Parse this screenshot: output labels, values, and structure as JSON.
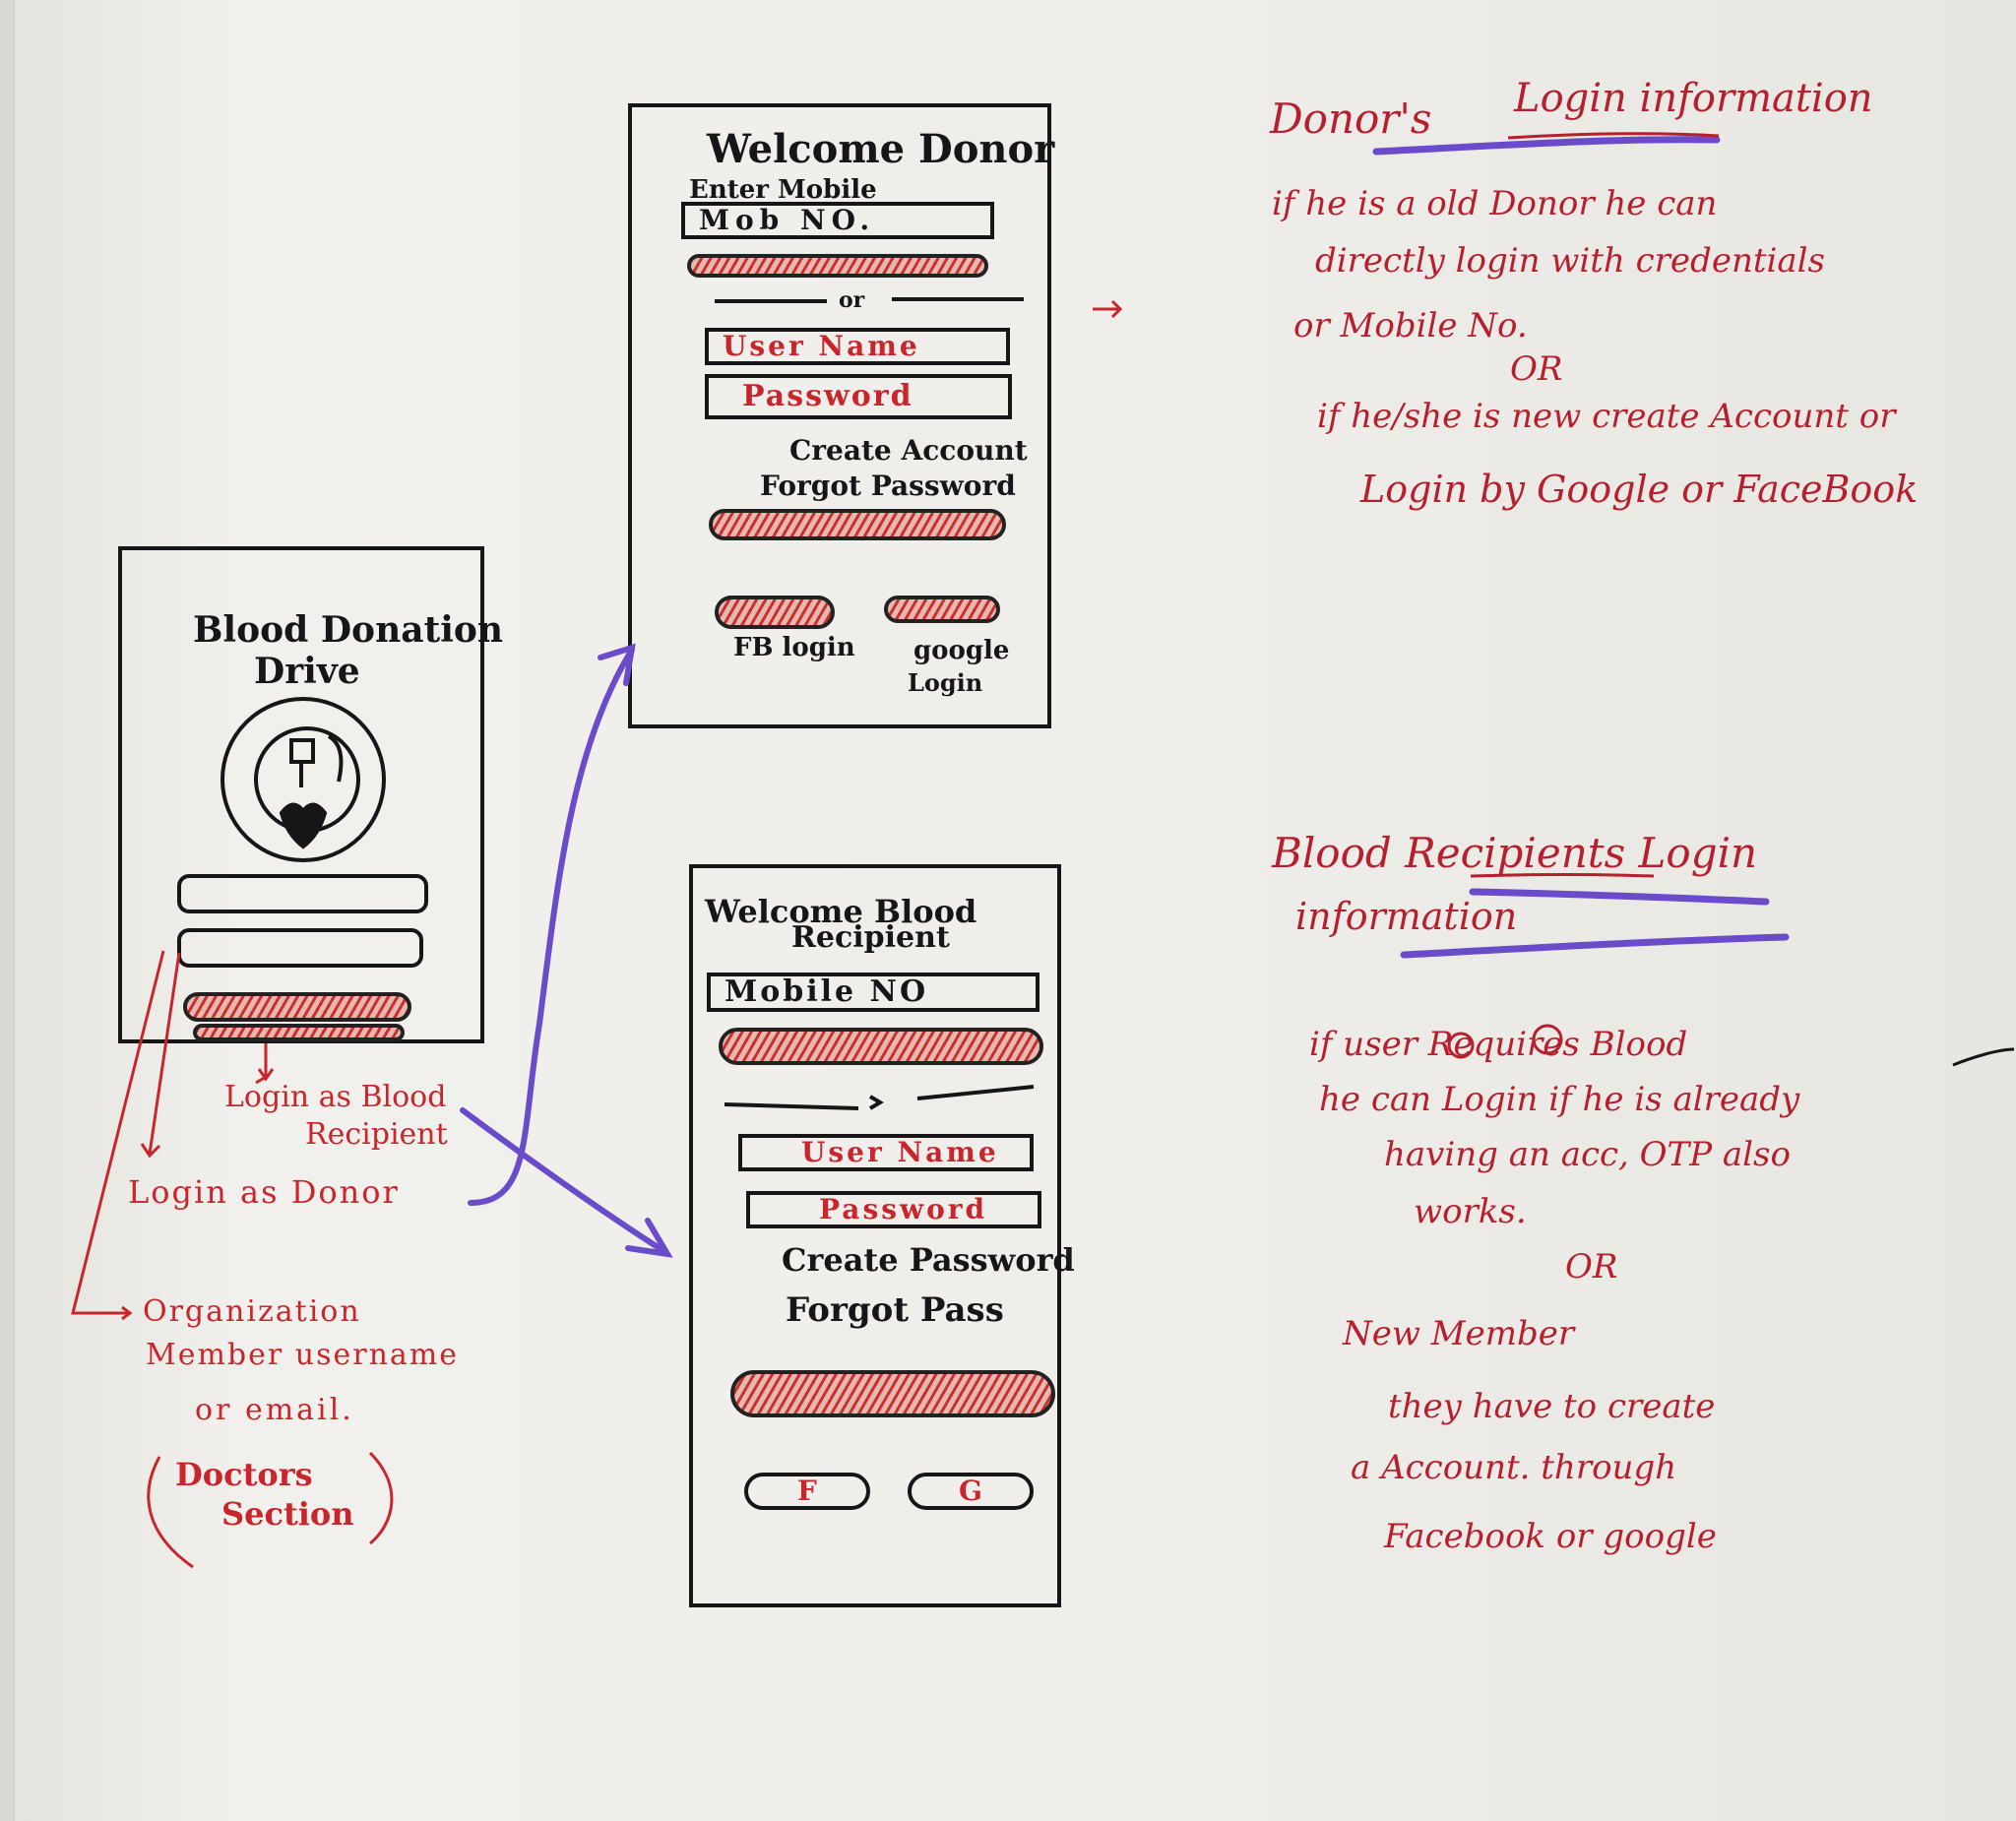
{
  "main_screen": {
    "title_line1": "Blood Donation",
    "title_line2": "Drive",
    "option_recipient_line1": "Login as Blood",
    "option_recipient_line2": "Recipient",
    "option_donor": "Login as Donor",
    "option_org_line1": "Organization",
    "option_org_line2": "Member username",
    "option_org_line3": "or email.",
    "doctors_line1": "Doctors",
    "doctors_line2": "Section"
  },
  "donor_screen": {
    "title": "Welcome Donor",
    "enter_mobile": "Enter Mobile",
    "mobile_field": "Mob NO.",
    "or_divider": "or",
    "username_field": "User Name",
    "password_field": "Password",
    "create_account": "Create Account",
    "forgot_password": "Forgot Password",
    "fb_label": "FB login",
    "google_label_line1": "google",
    "google_label_line2": "Login"
  },
  "recipient_screen": {
    "title_line1": "Welcome Blood",
    "title_line2": "Recipient",
    "mobile_field": "Mobile NO",
    "username_field": "User Name",
    "password_field": "Password",
    "create_password": "Create Password",
    "forgot_password": "Forgot Pass",
    "fb_button": "F",
    "google_button": "G"
  },
  "donor_notes": {
    "heading_part1": "Donor's",
    "heading_part2": "Login information",
    "lines": [
      "if he is a old Donor he can",
      "directly login with credentials",
      "or Mobile No.",
      "OR",
      "if he/she is new create Account or",
      "Login by Google or FaceBook"
    ]
  },
  "recipient_notes": {
    "heading_line1": "Blood Recipients Login",
    "heading_line2": "information",
    "lines": [
      "if user Requires Blood",
      "he can Login if he is already",
      "having an acc, OTP also",
      "works.",
      "OR",
      "New Member",
      "they have to create",
      "a Account. through",
      "Facebook or google"
    ]
  },
  "colors": {
    "ink": "#161616",
    "red_ink": "#c8262c",
    "purple_ink": "#6a4bc9"
  }
}
